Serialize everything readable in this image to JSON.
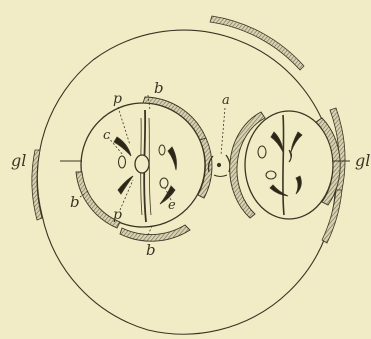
{
  "figure": {
    "labels": {
      "gl_left": "gl",
      "gl_right": "gl",
      "p_top": "p",
      "p_bottom": "p",
      "b_top": "b",
      "b_left": "b",
      "b_bottom": "b",
      "c": "c",
      "e": "e",
      "a": "a"
    },
    "colors": {
      "background": "#f1ecc6",
      "ink": "#3a3424",
      "hatch_fill": "#8e8770"
    }
  }
}
